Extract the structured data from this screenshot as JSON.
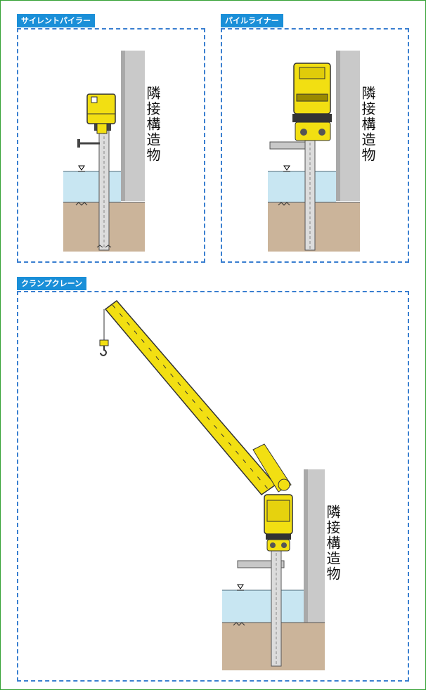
{
  "panels": [
    {
      "id": "silent-piler",
      "title": "サイレントパイラー"
    },
    {
      "id": "pile-liner",
      "title": "パイルライナー"
    },
    {
      "id": "clamp-crane",
      "title": "クランプクレーン"
    }
  ],
  "adjacent_structure_label": "隣接構造物",
  "colors": {
    "panel_border": "#3a7fd0",
    "tag_bg": "#1a8fd8",
    "machine_yellow": "#f2df12",
    "water": "#c8e6f2",
    "soil": "#cbb49a",
    "wall": "#c9c9c9",
    "frame": "#33a133"
  }
}
